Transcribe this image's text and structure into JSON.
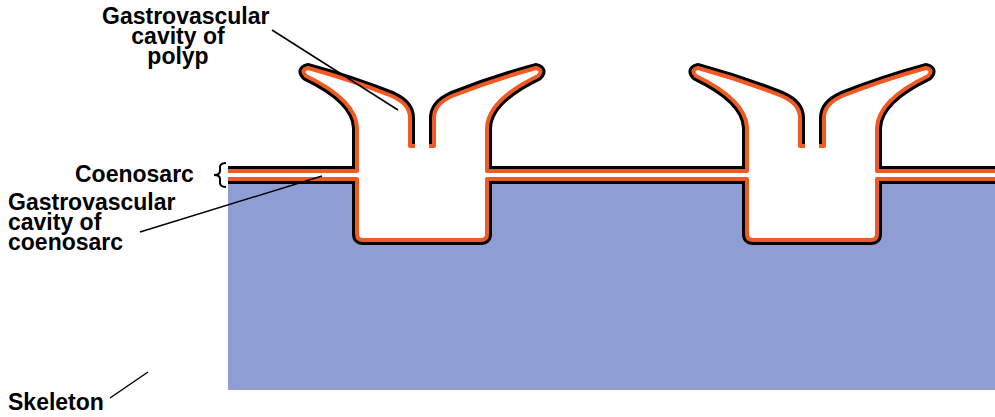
{
  "diagram": {
    "labels": [
      "Gastrovascular cavity of polyp",
      "Coenosarc",
      "Gastrovascular cavity of coenosarc",
      "Skeleton"
    ]
  }
}
